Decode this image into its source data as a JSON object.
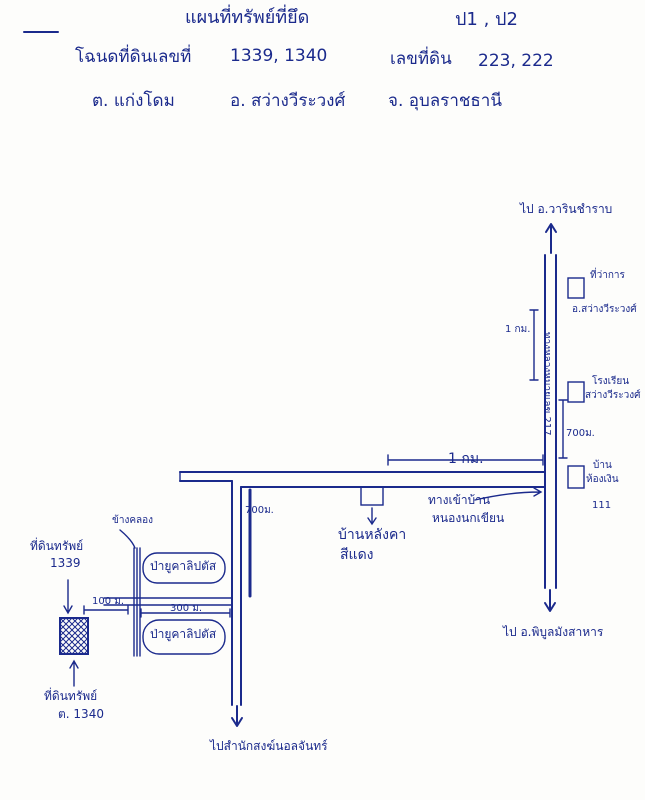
{
  "header": {
    "title": "แผนที่ทรัพย์ที่ยึด",
    "sheet_no": "ป1 , ป2",
    "deed_label": "โฉนดที่ดินเลขที่",
    "deed_numbers": "1339, 1340",
    "land_no_label": "เลขที่ดิน",
    "land_numbers": "223, 222",
    "tambon": "ต. แก่งโดม",
    "amphoe": "อ. สว่างวีระวงศ์",
    "changwat": "จ. อุบลราชธานี"
  },
  "map": {
    "to_north": "ไป อ.วารินชำราบ",
    "to_south_east": "ไป อ.พิบูลมังสาหาร",
    "to_south_west": "ไปสำนักสงฆ์นอลจันทร์",
    "highway_label": "ทางหลวงหมายเลข 217",
    "district_office": [
      "ที่ว่าการ",
      "อ.สว่างวีระวงศ์"
    ],
    "school": [
      "โรงเรียน",
      "สว่างวีระวงศ์"
    ],
    "village_upper": [
      "บ้าน",
      "ห้องเงิน",
      "111"
    ],
    "dist_1km_left": "1 กม.",
    "dist_1km_main": "1 กม.",
    "dist_700m_right": "700ม.",
    "dist_700m_road": "700ม.",
    "village_entrance": [
      "ทางเข้าบ้าน",
      "หนองนกเขียน"
    ],
    "house": [
      "บ้านหลังคา",
      "สีแดง"
    ],
    "canal": "ข้างคลอง",
    "orchard_1": "ป่ายูคาลิปตัส",
    "orchard_2": "ป่ายูคาลิปตัส",
    "dist_300m": "300 ม.",
    "dist_100m": "100 ม.",
    "property_1339": [
      "ที่ดินทรัพย์",
      "1339"
    ],
    "property_1340": [
      "ที่ดินทรัพย์",
      "ต. 1340"
    ]
  },
  "colors": {
    "ink": "#1b2a8c",
    "paper": "#fdfdfb"
  }
}
